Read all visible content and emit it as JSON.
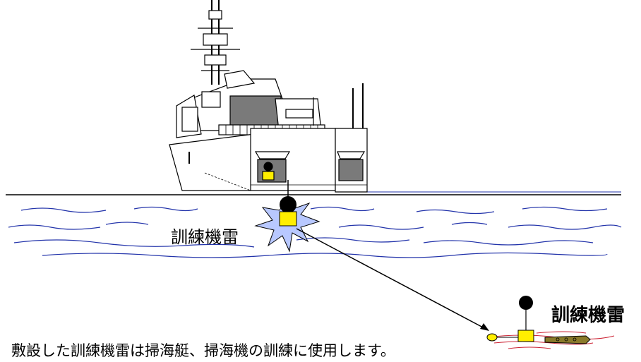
{
  "labels": {
    "mine_surface": "訓練機雷",
    "mine_seabed": "訓練機雷"
  },
  "caption": "敷設した訓練機雷は掃海艇、掃海機の訓練に使用します。",
  "colors": {
    "water_line": "#2233aa",
    "seabed_line": "#cc2233",
    "mine_body": "#ffee00",
    "mine_float": "#000000",
    "hull_gray": "#9a9a9a",
    "window_gray": "#6e6e6e",
    "flash_fill": "#b8c8ff"
  }
}
